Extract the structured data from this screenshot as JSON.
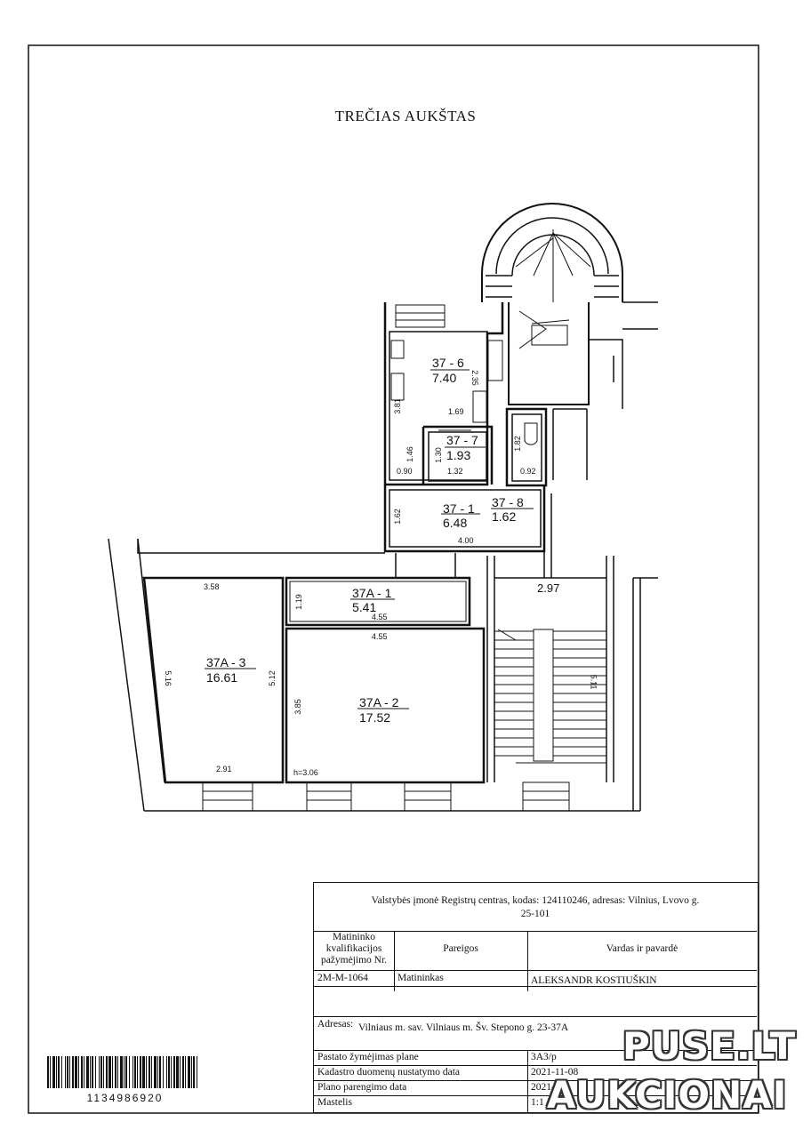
{
  "floor_title": "TREČIAS AUKŠTAS",
  "rooms": [
    {
      "id": "37 - 6",
      "area": "7.40"
    },
    {
      "id": "37 - 7",
      "area": "1.93"
    },
    {
      "id": "37 - 1",
      "area": "6.48"
    },
    {
      "id": "37 - 8",
      "area": "1.62"
    },
    {
      "id": "37A - 1",
      "area": "5.41"
    },
    {
      "id": "37A - 2",
      "area": "17.52"
    },
    {
      "id": "37A - 3",
      "area": "16.61"
    }
  ],
  "dimensions": {
    "d_235": "2.35",
    "d_381": "3.81",
    "d_169": "1.69",
    "d_146": "1.46",
    "d_090": "0.90",
    "d_130": "1.30",
    "d_132": "1.32",
    "d_182": "1.82",
    "d_092": "0.92",
    "d_162": "1.62",
    "d_400": "4.00",
    "d_297": "2.97",
    "d_358": "3.58",
    "d_119": "1.19",
    "d_455a": "4.55",
    "d_455b": "4.55",
    "d_516": "5.16",
    "d_512": "5.12",
    "d_385": "3.85",
    "d_511": "5.11",
    "d_291": "2.91",
    "height": "h=3.06"
  },
  "title_block": {
    "organisation": "Valstybės įmonė Registrų centras, kodas: 124110246, adresas: Vilnius, Lvovo g.",
    "organisation_line2": "25-101",
    "col_cert_l1": "Matininko",
    "col_cert_l2": "kvalifikacijos",
    "col_cert_l3": "pažymėjimo Nr.",
    "col_role": "Pareigos",
    "col_name": "Vardas ir pavardė",
    "cert_no": "2M-M-1064",
    "role": "Matininkas",
    "person_name": "ALEKSANDR KOSTIUŠKIN",
    "address_label": "Adresas:",
    "address_value": "Vilniaus m. sav. Vilniaus m. Šv. Stepono g. 23-37A",
    "rows": [
      {
        "label": "Pastato žymėjimas plane",
        "value": "3A3/p"
      },
      {
        "label": "Kadastro duomenų nustatymo data",
        "value": "2021-11-08"
      },
      {
        "label": "Plano parengimo data",
        "value": "2021-1"
      },
      {
        "label": "Mastelis",
        "value": "1:1"
      }
    ]
  },
  "barcode_number": "1134986920",
  "watermark": {
    "line1": "PUSE.LT",
    "line2": "AUKCIONAI"
  }
}
